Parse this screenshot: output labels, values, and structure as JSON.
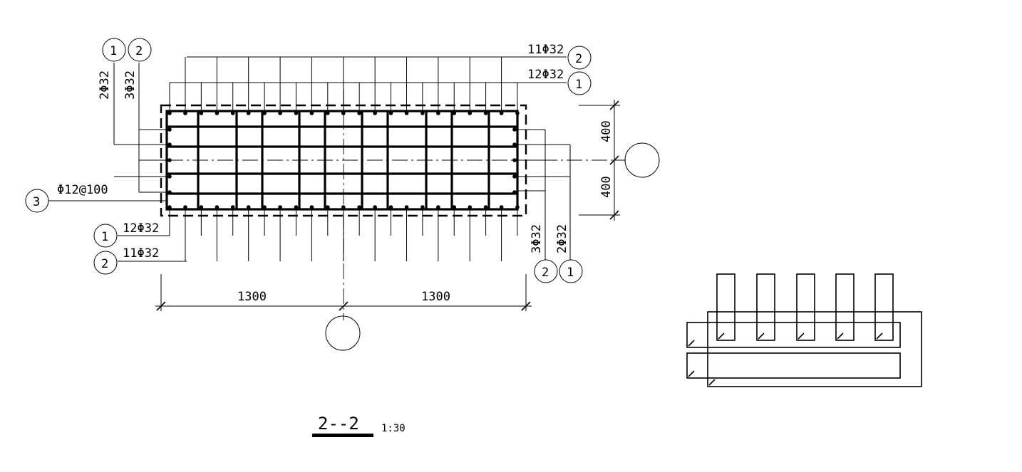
{
  "drawing": {
    "title": "2--2",
    "scale": "1:30",
    "dimensions": {
      "left_span": "1300",
      "right_span": "1300",
      "upper_height": "400",
      "lower_height": "400"
    },
    "labels": {
      "top_bar_2": "11Φ32",
      "top_bar_1": "12Φ32",
      "bottom_bar_1": "12Φ32",
      "bottom_bar_2": "11Φ32",
      "left_bar_1": "2Φ32",
      "left_bar_2": "3Φ32",
      "right_bar_2": "3Φ32",
      "right_bar_1": "2Φ32",
      "stirrup": "Φ12@100"
    },
    "markers": {
      "n1": "1",
      "n2": "2",
      "n3": "3"
    }
  }
}
